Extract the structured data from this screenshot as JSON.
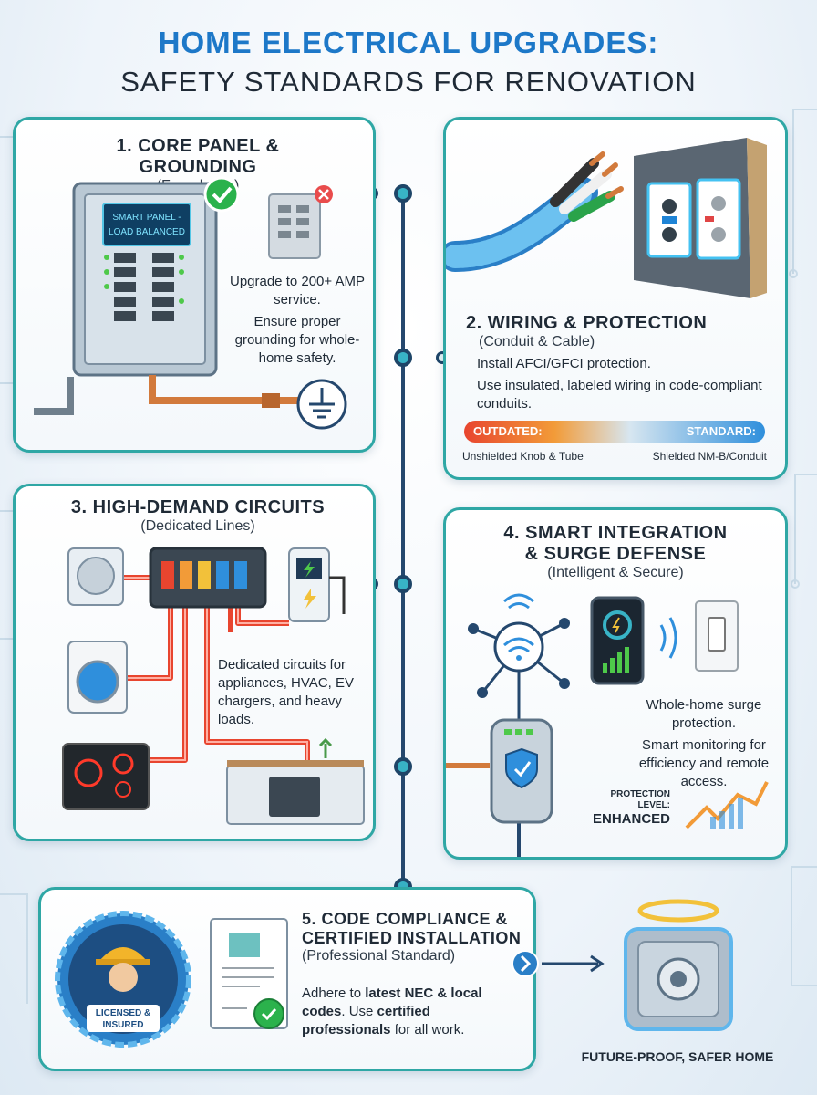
{
  "title": {
    "line1": "HOME ELECTRICAL UPGRADES:",
    "line2": "SAFETY STANDARDS FOR RENOVATION"
  },
  "sections": {
    "panel": {
      "heading": "1. CORE PANEL & GROUNDING",
      "sub": "(Foundation)",
      "screen_line1": "SMART PANEL -",
      "screen_line2": "LOAD BALANCED",
      "text1": "Upgrade to 200+ AMP service.",
      "text2": "Ensure proper grounding for whole-home safety."
    },
    "wiring": {
      "heading": "2. WIRING & PROTECTION",
      "sub": "(Conduit & Cable)",
      "text1": "Install AFCI/GFCI protection.",
      "text2": "Use insulated, labeled wiring in code-compliant conduits.",
      "bar_left": "OUTDATED:",
      "bar_right": "STANDARD:",
      "caption_left": "Unshielded Knob & Tube",
      "caption_right": "Shielded NM-B/Conduit"
    },
    "circuits": {
      "heading": "3. HIGH-DEMAND CIRCUITS",
      "sub": "(Dedicated Lines)",
      "text": "Dedicated circuits for appliances, HVAC, EV chargers, and heavy loads."
    },
    "smart": {
      "heading1": "4. SMART INTEGRATION",
      "heading2": "& SURGE DEFENSE",
      "sub": "(Intelligent & Secure)",
      "text1": "Whole-home surge protection.",
      "text2": "Smart monitoring for efficiency and remote access.",
      "level_label1": "PROTECTION",
      "level_label2": "LEVEL:",
      "level_value": "ENHANCED"
    },
    "code": {
      "heading1": "5. CODE COMPLIANCE &",
      "heading2": "CERTIFIED INSTALLATION",
      "sub": "(Professional Standard)",
      "text_a": "Adhere to ",
      "text_b": "latest NEC & local codes",
      "text_c": ". Use ",
      "text_d": "certified professionals",
      "text_e": " for all work.",
      "badge_line1": "LICENSED &",
      "badge_line2": "INSURED"
    }
  },
  "footer": {
    "tagline": "FUTURE-PROOF, SAFER HOME"
  },
  "colors": {
    "accent_teal": "#2fa7a5",
    "title_blue": "#1d78c8",
    "spine": "#25486e",
    "wire_red": "#e8452f",
    "copper": "#d27a3c",
    "check_green": "#2bb24c"
  },
  "icons": [
    "check-icon",
    "x-icon",
    "ground-icon",
    "wifi-icon",
    "shield-icon",
    "lightning-icon",
    "safe-icon",
    "halo-icon",
    "arrow-icon",
    "document-icon",
    "worker-icon"
  ]
}
